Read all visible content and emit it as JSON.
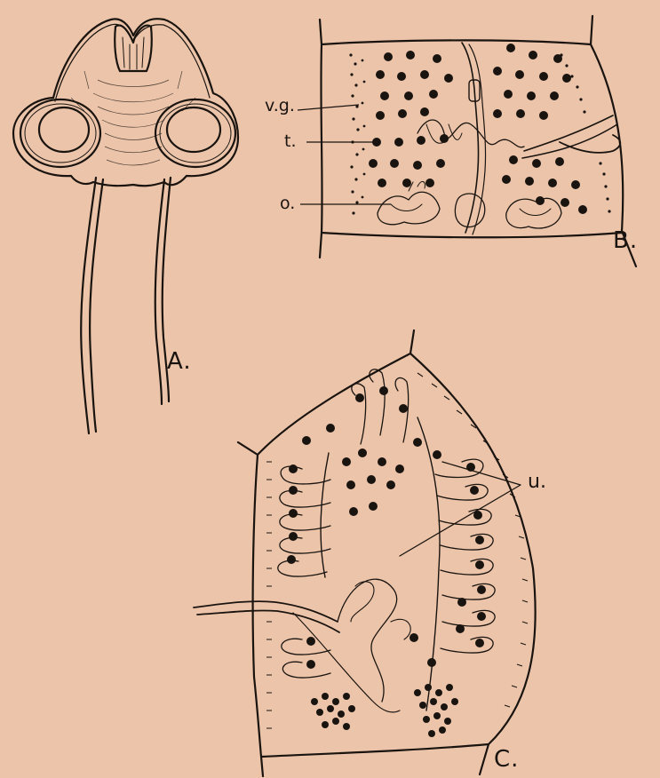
{
  "figure": {
    "background": "#ecc4a9",
    "ink": "#1a1410",
    "panels": [
      {
        "id": "A",
        "letter": "A."
      },
      {
        "id": "B",
        "letter": "B."
      },
      {
        "id": "C",
        "letter": "C."
      }
    ],
    "labels": {
      "vg": "v.g.",
      "t": "t.",
      "o": "o.",
      "u": "u."
    }
  }
}
